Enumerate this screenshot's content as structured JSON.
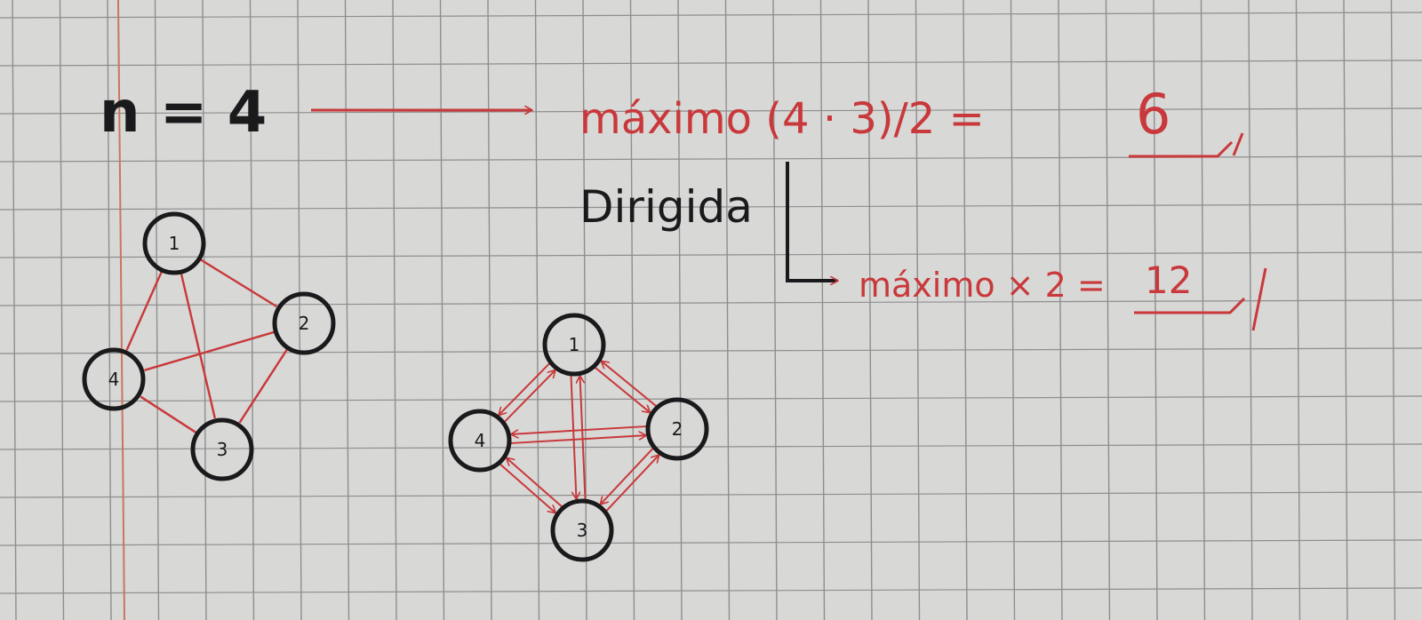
{
  "colors": {
    "paper": "#d8d8d6",
    "grid": "#8e8e90",
    "margin_line": "#c9765e",
    "ink_black": "#1a1a1c",
    "ink_red": "#c9383a"
  },
  "header": {
    "n_label": "n = 4",
    "formula_text": "máximo (4 · 3)/2 =",
    "formula_result": "6"
  },
  "directed": {
    "label": "Dirigida",
    "formula_text": "máximo × 2 =",
    "formula_result": "12"
  },
  "undirected_graph": {
    "nodes": [
      {
        "id": "1",
        "label": "1"
      },
      {
        "id": "2",
        "label": "2"
      },
      {
        "id": "3",
        "label": "3"
      },
      {
        "id": "4",
        "label": "4"
      }
    ],
    "edges": [
      [
        "1",
        "2"
      ],
      [
        "1",
        "3"
      ],
      [
        "1",
        "4"
      ],
      [
        "2",
        "3"
      ],
      [
        "2",
        "4"
      ],
      [
        "3",
        "4"
      ]
    ]
  },
  "directed_graph": {
    "nodes": [
      {
        "id": "1",
        "label": "1"
      },
      {
        "id": "2",
        "label": "2"
      },
      {
        "id": "3",
        "label": "3"
      },
      {
        "id": "4",
        "label": "4"
      }
    ],
    "edges": [
      [
        "1",
        "2"
      ],
      [
        "2",
        "1"
      ],
      [
        "1",
        "3"
      ],
      [
        "3",
        "1"
      ],
      [
        "1",
        "4"
      ],
      [
        "4",
        "1"
      ],
      [
        "2",
        "3"
      ],
      [
        "3",
        "2"
      ],
      [
        "2",
        "4"
      ],
      [
        "4",
        "2"
      ],
      [
        "3",
        "4"
      ],
      [
        "4",
        "3"
      ]
    ]
  }
}
